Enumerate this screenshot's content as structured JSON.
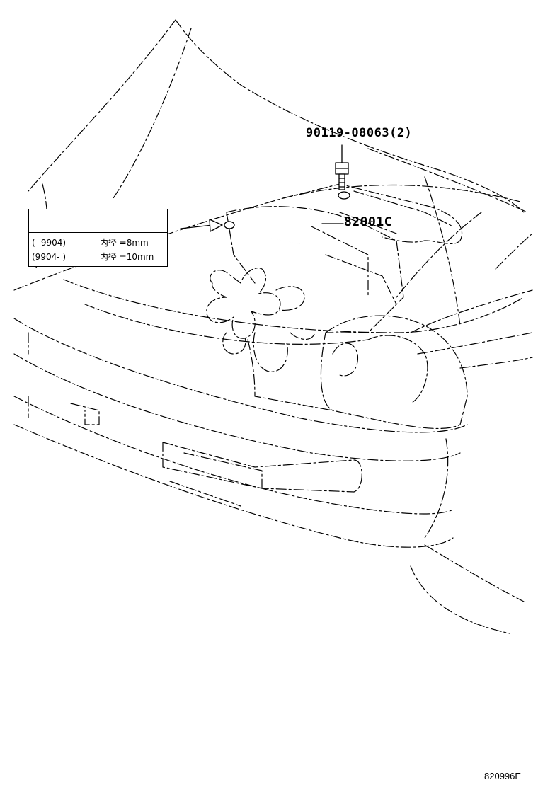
{
  "diagram": {
    "parts": [
      {
        "part_no": "90119-08063(2)"
      },
      {
        "part_no": "82001C"
      }
    ],
    "legend": {
      "icon": "ring-terminal-icon",
      "rows": [
        {
          "range": "(      -9904)",
          "spec": "内径 =8mm"
        },
        {
          "range": "(9904-      )",
          "spec": "内径 =10mm"
        }
      ]
    },
    "document_no": "820996E"
  }
}
